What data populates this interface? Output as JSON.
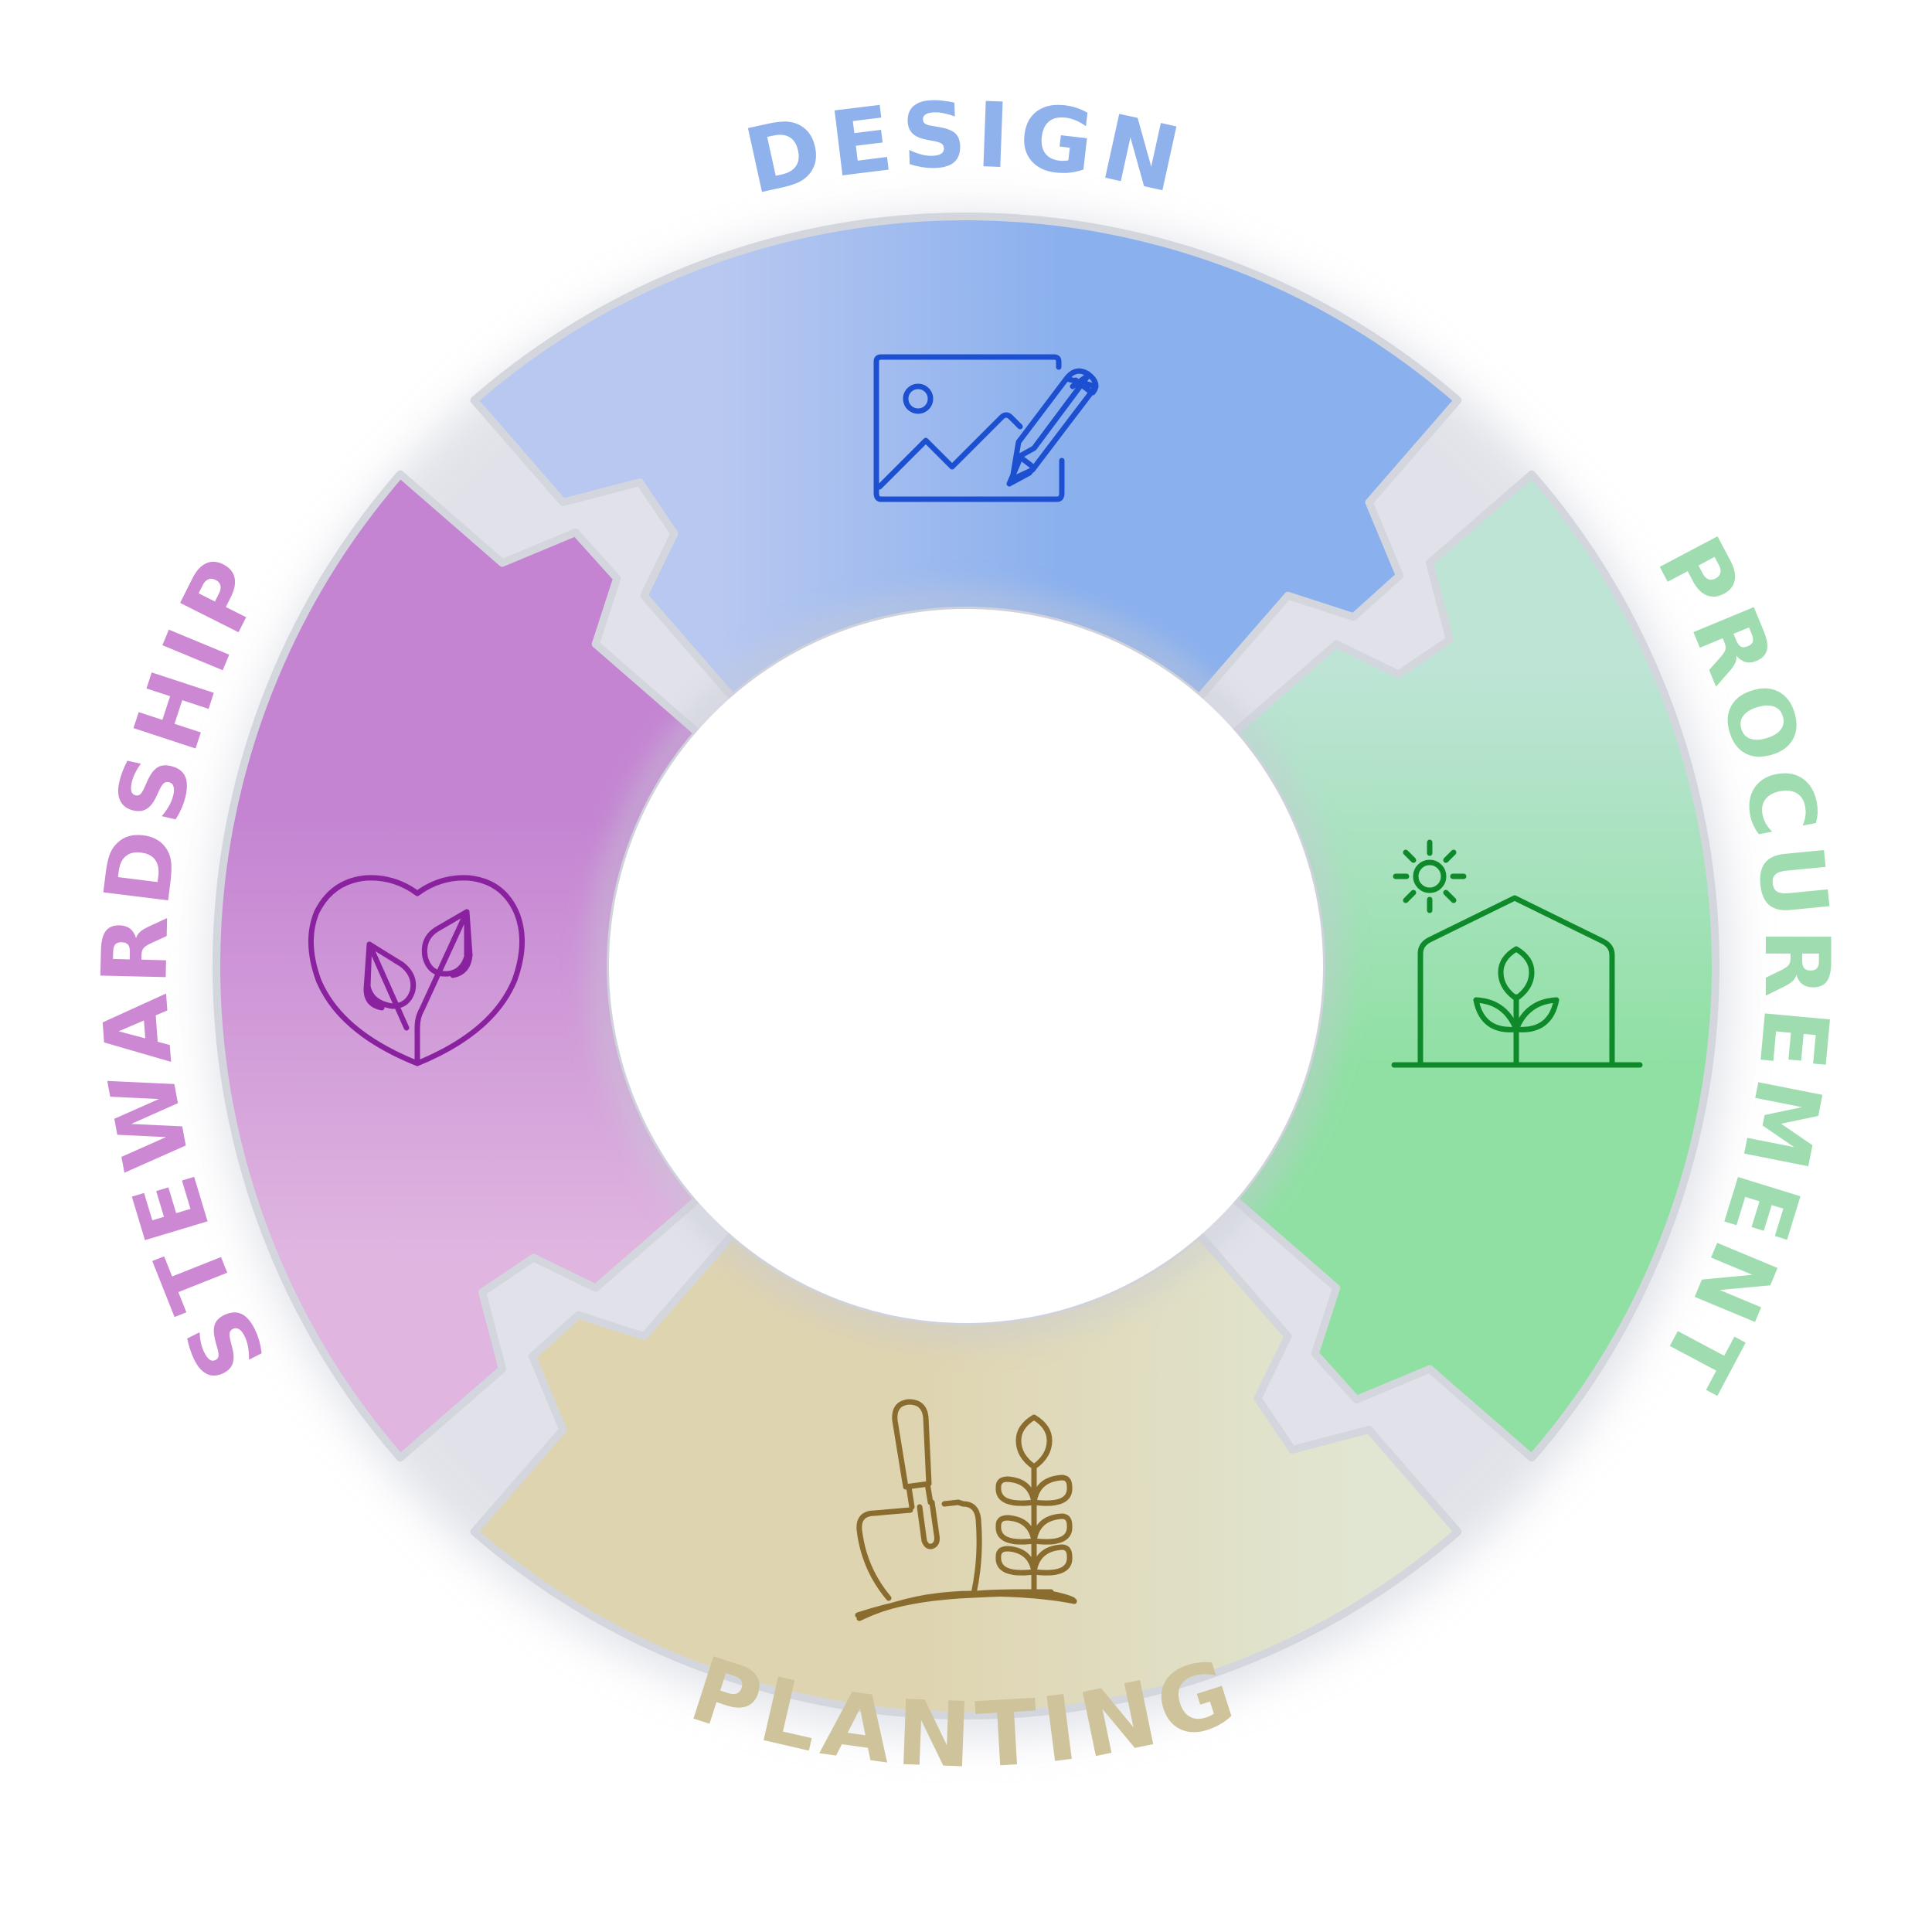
{
  "diagram": {
    "type": "cycle",
    "stages": [
      {
        "id": "design",
        "label": "DESIGN",
        "label_color": "#8fb1ec",
        "fill_light": "#b8c8f0",
        "fill_dark": "#8ab0ee",
        "icon": "image-with-pencil-icon",
        "icon_color": "#1d4fd1"
      },
      {
        "id": "procurement",
        "label": "PROCUREMENT",
        "label_color": "#9fddb0",
        "fill_light": "#bde4d5",
        "fill_dark": "#90e0a4",
        "icon": "greenhouse-seedling-icon",
        "icon_color": "#0e8a2a"
      },
      {
        "id": "planting",
        "label": "PLANTING",
        "label_color": "#cec39a",
        "fill_light": "#e1e6d2",
        "fill_dark": "#dfd4b0",
        "icon": "trowel-and-plant-icon",
        "icon_color": "#8a6d2e"
      },
      {
        "id": "stewardship",
        "label": "STEWARDSHIP",
        "label_color": "#cc88d2",
        "fill_light": "#e0b6e0",
        "fill_dark": "#c484d2",
        "icon": "heart-with-leaves-icon",
        "icon_color": "#8a22a0"
      }
    ]
  }
}
